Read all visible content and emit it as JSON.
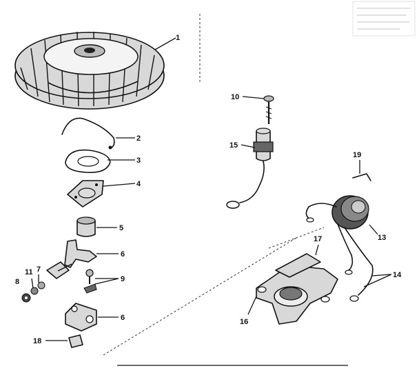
{
  "callouts": [
    {
      "id": "c1",
      "text": "1"
    },
    {
      "id": "c2",
      "text": "2"
    },
    {
      "id": "c3",
      "text": "3"
    },
    {
      "id": "c4",
      "text": "4"
    },
    {
      "id": "c5",
      "text": "5"
    },
    {
      "id": "c6a",
      "text": "6"
    },
    {
      "id": "c6b",
      "text": "6"
    },
    {
      "id": "c7",
      "text": "7"
    },
    {
      "id": "c8",
      "text": "8"
    },
    {
      "id": "c9",
      "text": "9"
    },
    {
      "id": "c10",
      "text": "10"
    },
    {
      "id": "c11",
      "text": "11"
    },
    {
      "id": "c13",
      "text": "13"
    },
    {
      "id": "c14",
      "text": "14"
    },
    {
      "id": "c15",
      "text": "15"
    },
    {
      "id": "c16",
      "text": "16"
    },
    {
      "id": "c17",
      "text": "17"
    },
    {
      "id": "c18",
      "text": "18"
    },
    {
      "id": "c19",
      "text": "19"
    }
  ],
  "parts": [
    "flywheel",
    "spring-clip",
    "gasket",
    "plate",
    "cap",
    "breaker-arm",
    "screws",
    "washer",
    "nut",
    "bracket",
    "condenser-block",
    "screw-terminal",
    "condenser",
    "coil",
    "leads",
    "lamination",
    "coil-bracket",
    "wire-clip"
  ]
}
